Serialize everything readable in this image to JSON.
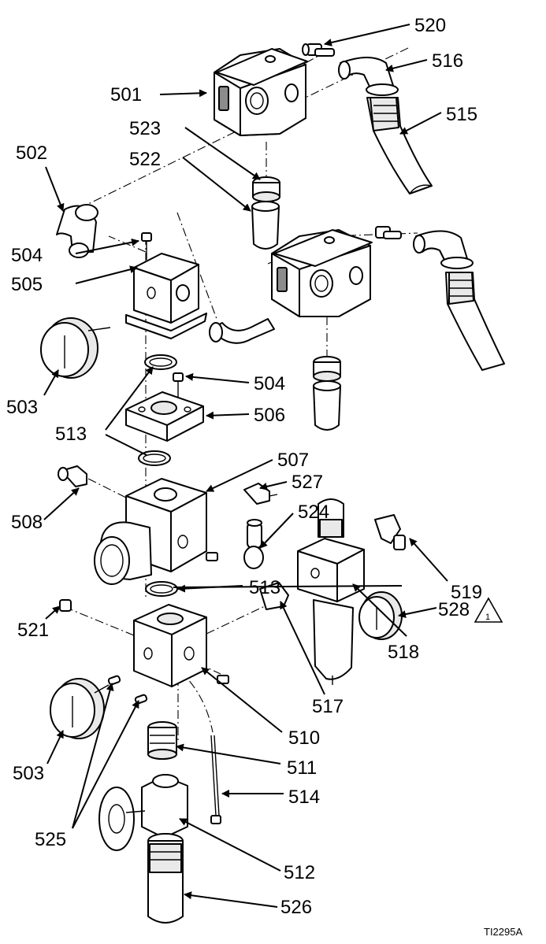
{
  "figure": {
    "drawing_ref": "TI2295A"
  },
  "callouts": [
    {
      "id": "501",
      "text": "501"
    },
    {
      "id": "502",
      "text": "502"
    },
    {
      "id": "503a",
      "text": "503"
    },
    {
      "id": "503b",
      "text": "503"
    },
    {
      "id": "504a",
      "text": "504"
    },
    {
      "id": "504b",
      "text": "504"
    },
    {
      "id": "505",
      "text": "505"
    },
    {
      "id": "506",
      "text": "506"
    },
    {
      "id": "507",
      "text": "507"
    },
    {
      "id": "508",
      "text": "508"
    },
    {
      "id": "510",
      "text": "510"
    },
    {
      "id": "511",
      "text": "511"
    },
    {
      "id": "512",
      "text": "512"
    },
    {
      "id": "513a",
      "text": "513"
    },
    {
      "id": "513b",
      "text": "513"
    },
    {
      "id": "514",
      "text": "514"
    },
    {
      "id": "515",
      "text": "515"
    },
    {
      "id": "516",
      "text": "516"
    },
    {
      "id": "517",
      "text": "517"
    },
    {
      "id": "518",
      "text": "518"
    },
    {
      "id": "519",
      "text": "519"
    },
    {
      "id": "520",
      "text": "520"
    },
    {
      "id": "521",
      "text": "521"
    },
    {
      "id": "522",
      "text": "522"
    },
    {
      "id": "523",
      "text": "523"
    },
    {
      "id": "524",
      "text": "524"
    },
    {
      "id": "525",
      "text": "525"
    },
    {
      "id": "526",
      "text": "526"
    },
    {
      "id": "527",
      "text": "527"
    },
    {
      "id": "528",
      "text": "528"
    }
  ],
  "warning_symbol": {
    "number": "1",
    "icon": "warning-triangle-icon"
  }
}
